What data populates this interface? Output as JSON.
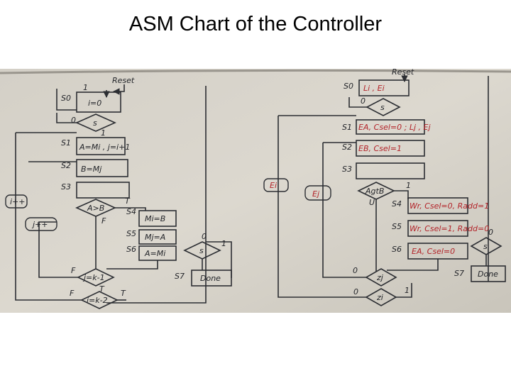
{
  "slide": {
    "title": "ASM Chart of the Controller"
  },
  "diagram": {
    "left": {
      "reset": "Reset",
      "states": [
        "S0",
        "S1",
        "S2",
        "S3",
        "S4",
        "S5",
        "S6",
        "S7"
      ],
      "actions": {
        "s0": "i=0",
        "s1": "A=Mi , j=i+1",
        "s2": "B=Mj",
        "s4": "Mi=B",
        "s5": "Mj=A",
        "s6": "A=Mi",
        "s7": "Done"
      },
      "decisions": {
        "s": "s",
        "agtb": "A>B",
        "jeq": "j=k-1",
        "ieq": "i=k-2",
        "s7s": "s"
      },
      "side_labels": {
        "iplus": "i++",
        "jplus": "j++"
      },
      "flags": {
        "zero": "0",
        "one": "1",
        "T": "T",
        "F": "F"
      }
    },
    "right": {
      "reset": "Reset",
      "states": [
        "S0",
        "S1",
        "S2",
        "S3",
        "S4",
        "S5",
        "S6",
        "S7"
      ],
      "actions": {
        "s0": "Li , Ei",
        "s1": "EA, Csel=0 ; Lj , Ej",
        "s2": "EB, Csel=1",
        "s4": "Wr, Csel=0, Radd=1",
        "s5": "Wr, Csel=1, Radd=0",
        "s6": "EA, Csel=0",
        "s7": "Done"
      },
      "decisions": {
        "s": "s",
        "agtb": "AgtB",
        "zj": "zj",
        "zi": "zi",
        "s7s": "s"
      },
      "side_labels": {
        "ei": "Ei",
        "ej": "Ej"
      },
      "flags": {
        "zero": "0",
        "one": "1",
        "u": "U"
      }
    }
  }
}
